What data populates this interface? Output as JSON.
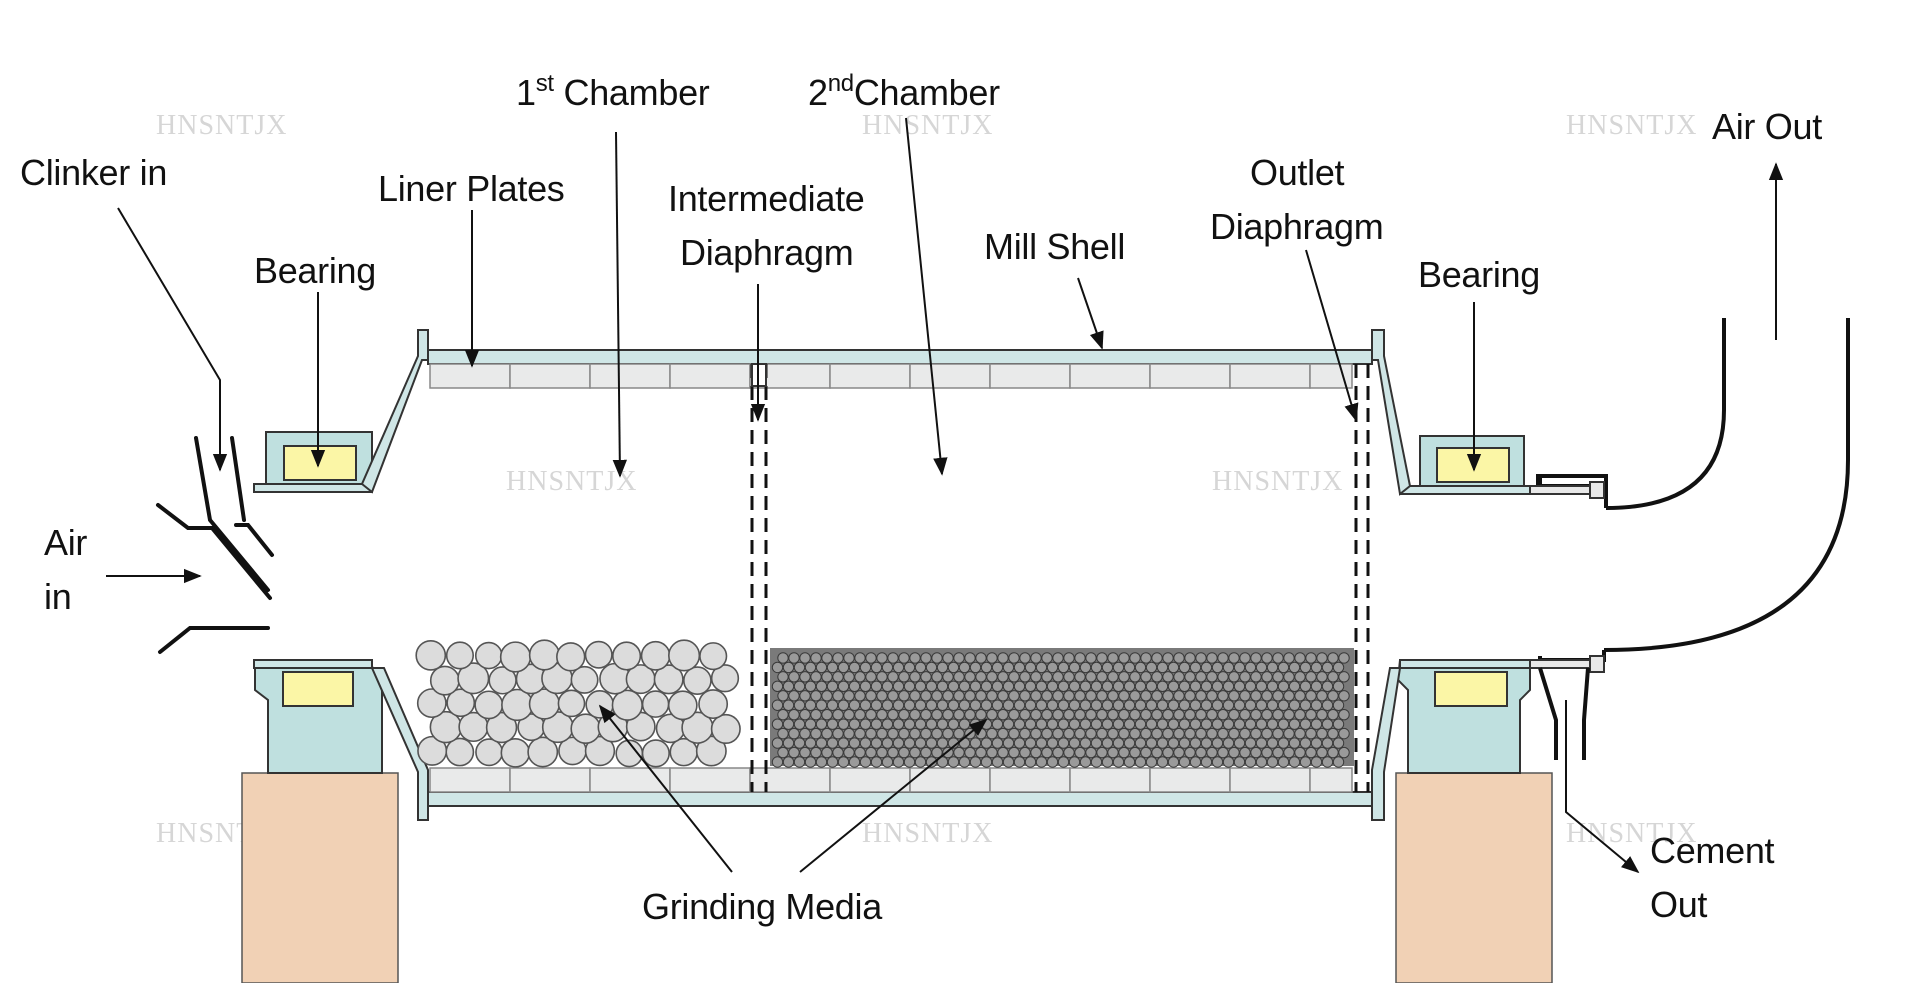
{
  "labels": {
    "clinker_in": "Clinker in",
    "air_in_1": "Air",
    "air_in_2": "in",
    "bearing_left": "Bearing",
    "liner_plates": "Liner Plates",
    "chamber1_num": "1",
    "chamber1_sup": "st",
    "chamber1_word": "Chamber",
    "chamber2_num": "2",
    "chamber2_sup": "nd",
    "chamber2_word": "Chamber",
    "intermediate_1": "Intermediate",
    "intermediate_2": "Diaphragm",
    "mill_shell": "Mill Shell",
    "outlet_1": "Outlet",
    "outlet_2": "Diaphragm",
    "bearing_right": "Bearing",
    "air_out": "Air Out",
    "cement_1": "Cement",
    "cement_2": "Out",
    "grinding_media": "Grinding Media"
  },
  "watermark": "HNSNTJX",
  "colors": {
    "shell_fill": "#cfe6e6",
    "liner_fill": "#e9eaea",
    "bearing_housing": "#bfe0df",
    "bearing_core": "#fbf6a6",
    "pillar": "#f1d1b5",
    "coarse_media": "#dcdcdc",
    "fine_media": "#7a7a7a",
    "line": "#111111"
  }
}
